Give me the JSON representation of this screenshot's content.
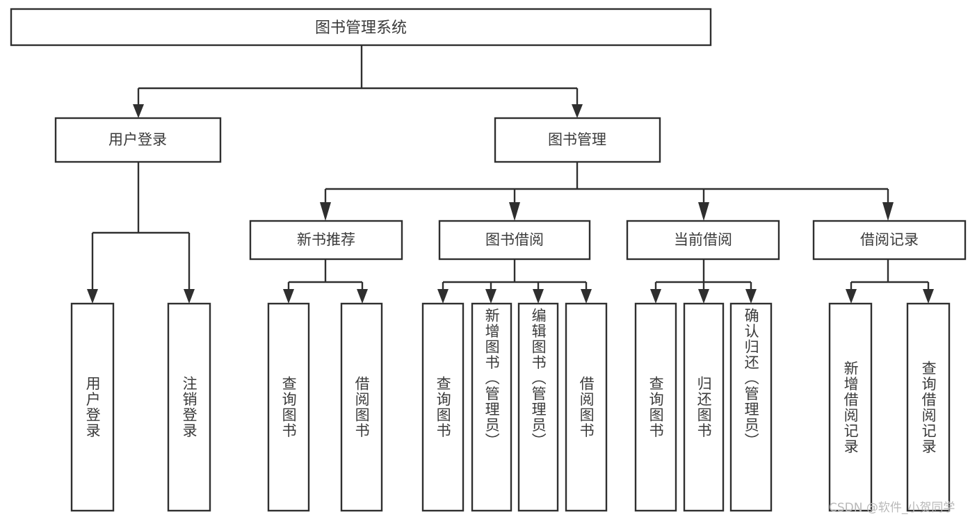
{
  "diagram": {
    "type": "tree-hierarchy",
    "title": "图书管理系统",
    "orientation": "top-down",
    "colors": {
      "box_stroke": "#2f2f2f",
      "box_fill": "#ffffff",
      "text": "#3a3a3a",
      "connector": "#2f2f2f",
      "background": "#ffffff",
      "watermark": "#b9b9b9"
    },
    "root": {
      "label": "图书管理系统"
    },
    "level2": [
      {
        "label": "用户登录"
      },
      {
        "label": "图书管理"
      }
    ],
    "level3": [
      {
        "label": "新书推荐"
      },
      {
        "label": "图书借阅"
      },
      {
        "label": "当前借阅"
      },
      {
        "label": "借阅记录"
      }
    ],
    "leaves": {
      "user_login": [
        {
          "label": "用户登录"
        },
        {
          "label": "注销登录"
        }
      ],
      "new_book_recommend": [
        {
          "label": "查询图书"
        },
        {
          "label": "借阅图书"
        }
      ],
      "book_borrow": [
        {
          "label": "查询图书"
        },
        {
          "label": "新增图书（管理员）"
        },
        {
          "label": "编辑图书（管理员）"
        },
        {
          "label": "借阅图书"
        }
      ],
      "current_borrow": [
        {
          "label": "查询图书"
        },
        {
          "label": "归还图书"
        },
        {
          "label": "确认归还（管理员）"
        }
      ],
      "borrow_record": [
        {
          "label": "新增借阅记录"
        },
        {
          "label": "查询借阅记录"
        }
      ]
    },
    "watermark": "CSDN @软件_小贺同学"
  }
}
